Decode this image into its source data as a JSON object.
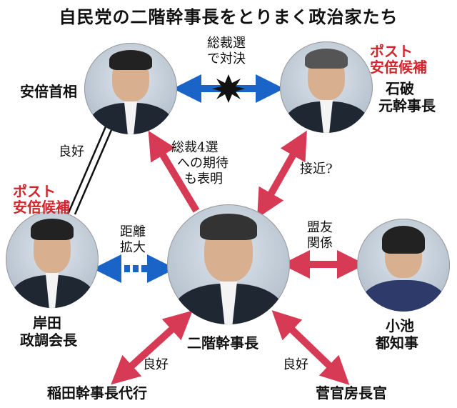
{
  "title": "自民党の二階幹事長をとりまく政治家たち",
  "people": {
    "abe": {
      "name": "安倍首相"
    },
    "ishiba": {
      "name_line1": "石破",
      "name_line2": "元幹事長",
      "tag_line1": "ポスト",
      "tag_line2": "安倍候補"
    },
    "kishida": {
      "name_line1": "岸田",
      "name_line2": "政調会長",
      "tag_line1": "ポスト",
      "tag_line2": "安倍候補"
    },
    "nikai": {
      "name": "二階幹事長"
    },
    "koike": {
      "name_line1": "小池",
      "name_line2": "都知事"
    },
    "inada": {
      "name": "稲田幹事長代行"
    },
    "suga": {
      "name": "菅官房長官"
    }
  },
  "relations": {
    "abe_ishiba": {
      "line1": "総裁選",
      "line2": "で対決"
    },
    "abe_kishida": {
      "text": "良好"
    },
    "nikai_abe": {
      "line1": "総裁4選",
      "line2": "への期待",
      "line3": "も表明"
    },
    "nikai_ishiba": {
      "text": "接近?"
    },
    "nikai_kishida": {
      "line1": "距離",
      "line2": "拡大"
    },
    "nikai_koike": {
      "line1": "盟友",
      "line2": "関係"
    },
    "nikai_inada": {
      "text": "良好"
    },
    "nikai_suga": {
      "text": "良好"
    }
  },
  "colors": {
    "blue": "#1a64c8",
    "red": "#d63a55",
    "black": "#111111"
  }
}
